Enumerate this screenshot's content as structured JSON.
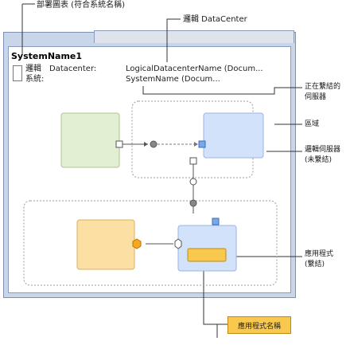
{
  "callouts": {
    "deployment_diagram": "部署圖表 (符合系統名稱)",
    "logical_datacenter": "邏輯 DataCenter",
    "bound_server_line1": "正在繫結的",
    "bound_server_line2": "伺服器",
    "zone": "區域",
    "logical_server_line1": "邏輯伺服器",
    "logical_server_line2": "(未繫結)",
    "application_line1": "應用程式",
    "application_line2": "(繫結)"
  },
  "diagram": {
    "system_name": "SystemName1",
    "label_logical": "邏輯",
    "label_datacenter": "Datacenter:",
    "label_system": "系統:",
    "logical_datacenter_value": "LogicalDatacenterName (Docum...",
    "system_value": "SystemName (Docum...",
    "app_name_badge": "應用程式名稱"
  },
  "colors": {
    "frame_blue": "#c9d6ea",
    "server_green": "#e3efd2",
    "server_blue": "#d3e2fb",
    "app_orange": "#fcdfa2",
    "app_badge": "#f8c84f",
    "port_blue": "#7aa7e8",
    "port_orange": "#f7a820"
  }
}
